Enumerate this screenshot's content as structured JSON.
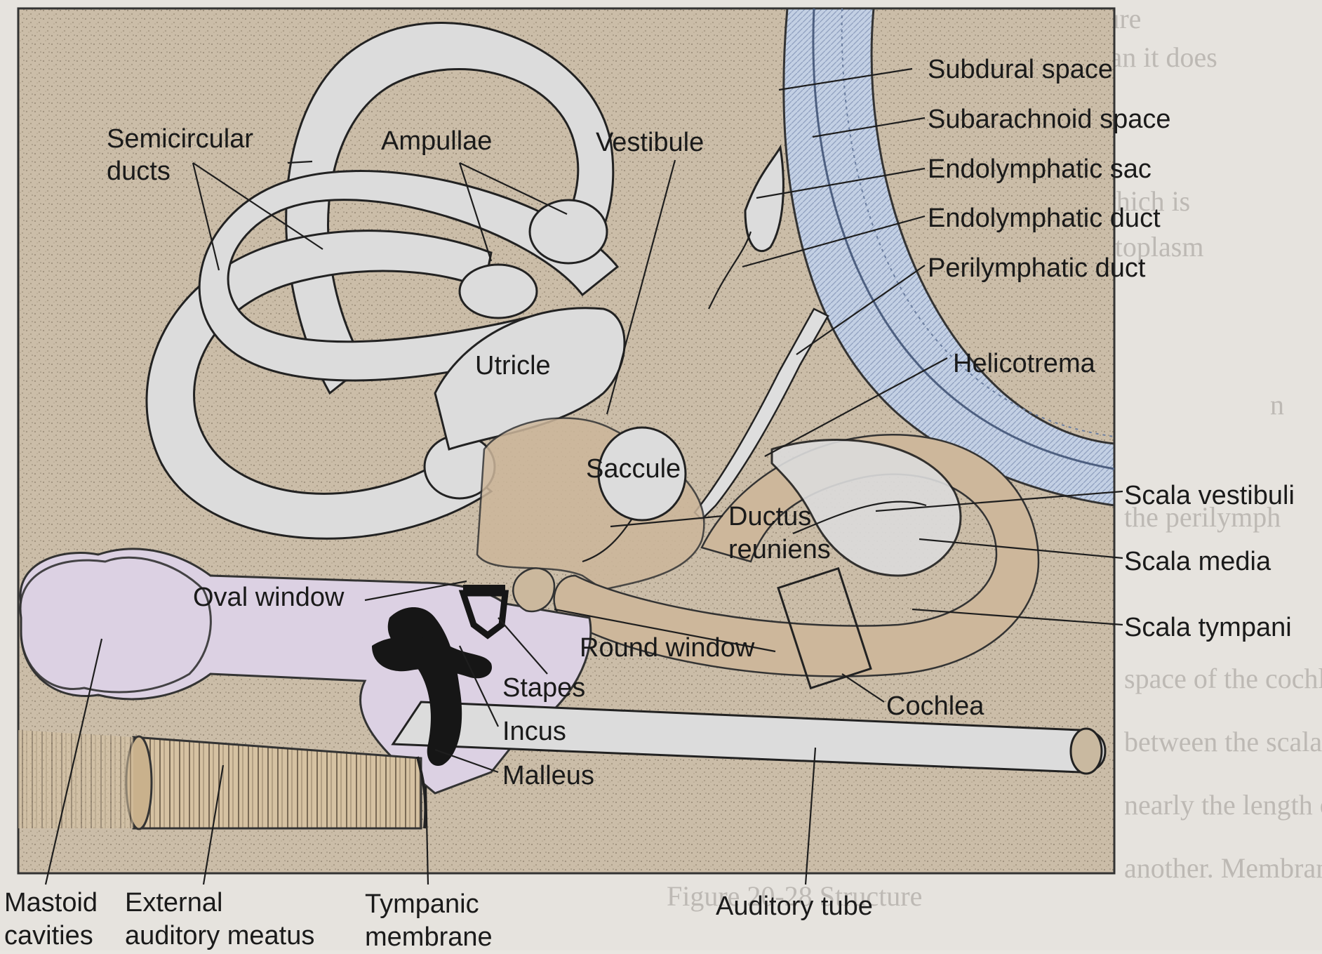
{
  "labels": {
    "semicircular_ducts": [
      "Semicircular",
      "ducts"
    ],
    "ampullae": "Ampullae",
    "vestibule": "Vestibule",
    "utricle": "Utricle",
    "saccule": "Saccule",
    "ductus_reuniens": [
      "Ductus",
      "reuniens"
    ],
    "oval_window": "Oval window",
    "round_window": "Round window",
    "stapes": "Stapes",
    "incus": "Incus",
    "malleus": "Malleus",
    "cochlea": "Cochlea",
    "subdural_space": "Subdural space",
    "subarachnoid_space": "Subarachnoid space",
    "endolymphatic_sac": "Endolymphatic sac",
    "endolymphatic_duct": "Endolymphatic duct",
    "perilymphatic_duct": "Perilymphatic duct",
    "helicotrema": "Helicotrema",
    "scala_vestibuli": "Scala vestibuli",
    "scala_media": "Scala media",
    "scala_tympani": "Scala tympani",
    "mastoid_cavities": [
      "Mastoid",
      "cavities"
    ],
    "external_auditory_meatus": [
      "External",
      "auditory meatus"
    ],
    "tympanic_membrane": [
      "Tympanic",
      "membrane"
    ],
    "auditory_tube": "Auditory tube"
  },
  "colors": {
    "bone": "#c9bba6",
    "membrane": "#dcdcdc",
    "perilymph": "#cdb79b",
    "meninges": "#c4cfe0",
    "air": "#dcd1e3",
    "ossicles": "#161616"
  }
}
